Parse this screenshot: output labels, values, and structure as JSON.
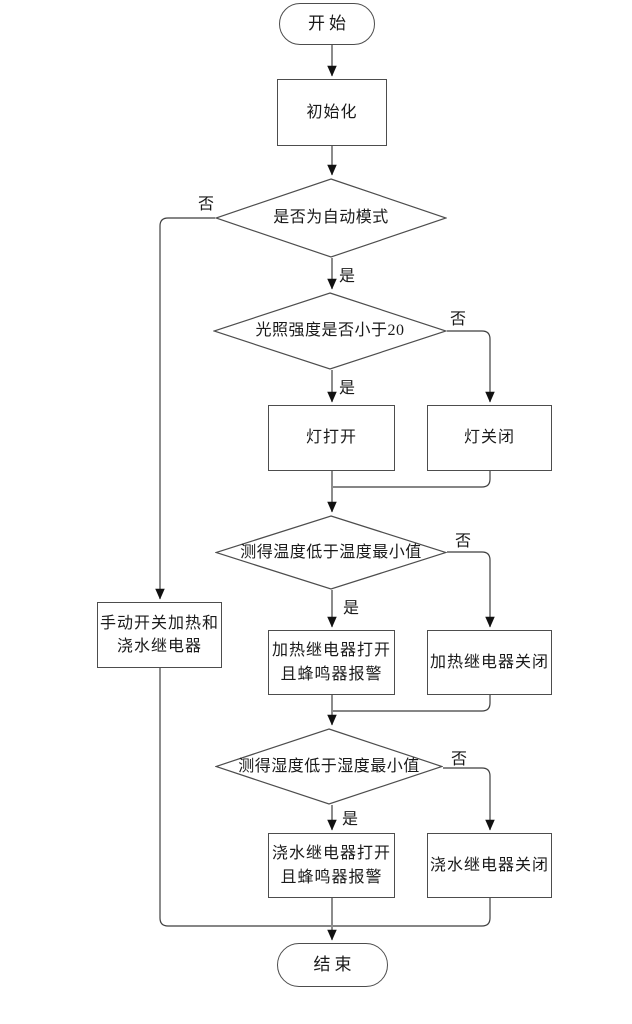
{
  "flowchart": {
    "nodes": {
      "start": {
        "label": "开始"
      },
      "init": {
        "label": "初始化"
      },
      "d_auto": {
        "label": "是否为自动模式"
      },
      "d_light": {
        "label": "光照强度是否小于20"
      },
      "light_on": {
        "label": "灯打开"
      },
      "light_off": {
        "label": "灯关闭"
      },
      "d_temp": {
        "label": "测得温度低于温度最小值"
      },
      "manual": {
        "label": "手动开关加热和\n浇水继电器"
      },
      "heat_on": {
        "label": "加热继电器打开\n且蜂鸣器报警"
      },
      "heat_off": {
        "label": "加热继电器关闭"
      },
      "d_humid": {
        "label": "测得湿度低于湿度最小值"
      },
      "water_on": {
        "label": "浇水继电器打开\n且蜂鸣器报警"
      },
      "water_off": {
        "label": "浇水继电器关闭"
      },
      "end": {
        "label": "结束"
      }
    },
    "edge_labels": {
      "auto_no": "否",
      "auto_yes": "是",
      "light_no": "否",
      "light_yes": "是",
      "temp_no": "否",
      "temp_yes": "是",
      "humid_no": "否",
      "humid_yes": "是"
    },
    "colors": {
      "line": "#3f3f3f",
      "border": "#4d4d4d",
      "arrow": "#111111",
      "fill": "#ffffff",
      "text": "#1a1a1a"
    }
  }
}
